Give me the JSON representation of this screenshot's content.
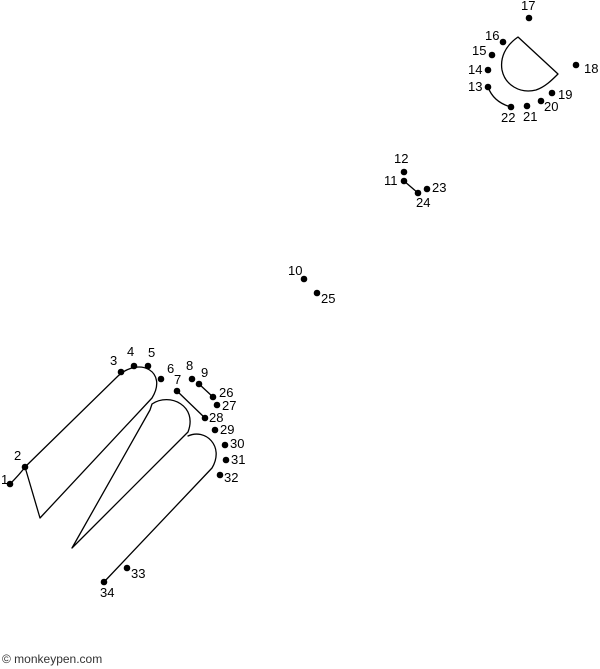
{
  "worksheet": {
    "credit": "© monkeypen.com",
    "dots": [
      "1",
      "2",
      "3",
      "4",
      "5",
      "6",
      "7",
      "8",
      "9",
      "10",
      "11",
      "12",
      "13",
      "14",
      "15",
      "16",
      "17",
      "18",
      "19",
      "20",
      "21",
      "22",
      "23",
      "24",
      "25",
      "26",
      "27",
      "28",
      "29",
      "30",
      "31",
      "32",
      "33",
      "34"
    ]
  }
}
